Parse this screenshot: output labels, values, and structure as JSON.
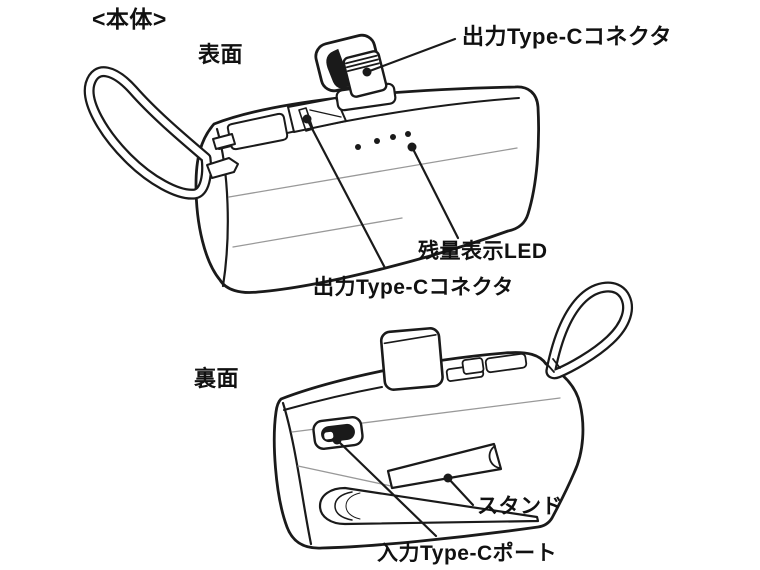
{
  "diagram": {
    "heading": "<本体>",
    "front": {
      "view_label": "表面",
      "output_connector_label": "出力Type-Cコネクタ",
      "led_label": "残量表示LED",
      "output_connector_label2": "出力Type-Cコネクタ",
      "led_count": 4
    },
    "back": {
      "view_label": "裏面",
      "stand_label": "スタンド",
      "input_port_label": "入力Type-Cポート"
    },
    "colors": {
      "line": "#1a1a1a",
      "background": "#ffffff",
      "shade": "#999999"
    }
  }
}
